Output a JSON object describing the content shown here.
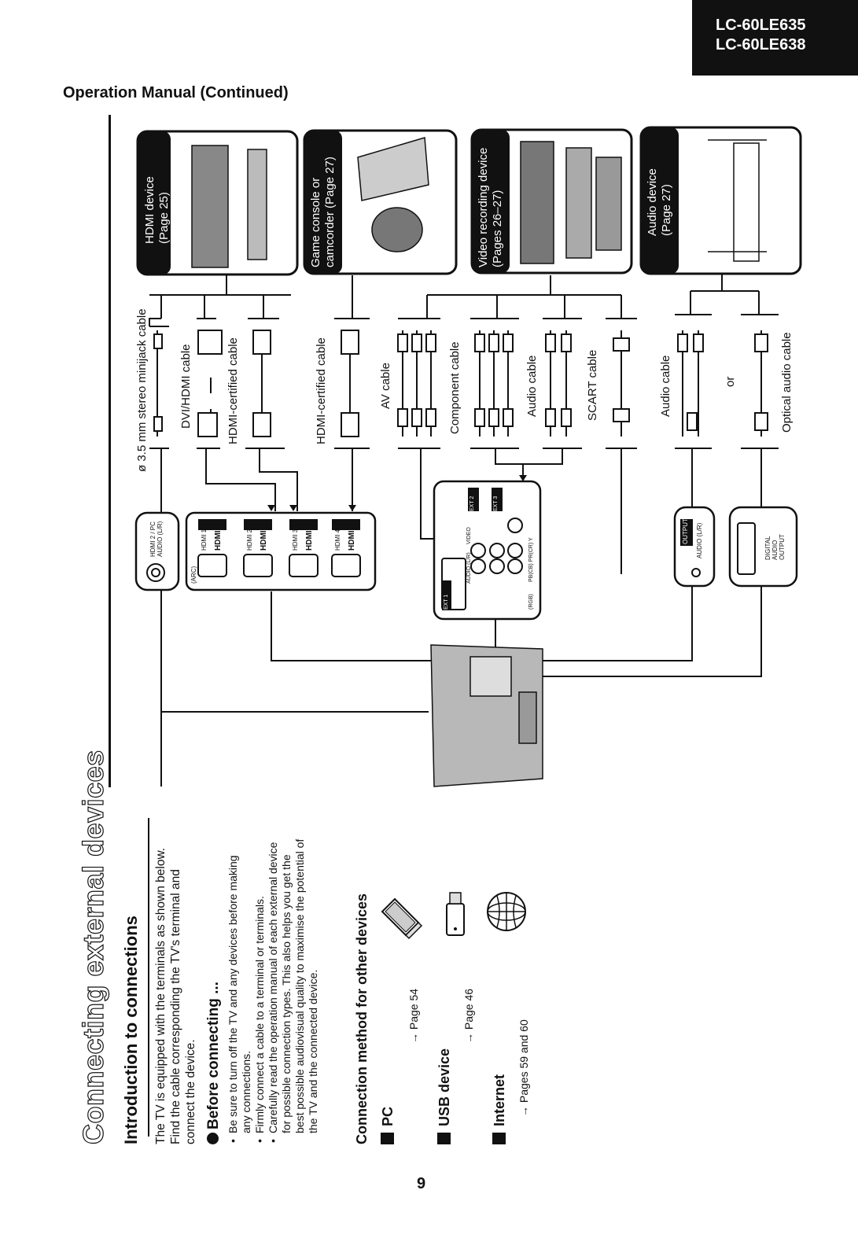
{
  "header": {
    "models": [
      "LC-60LE635",
      "LC-60LE638"
    ],
    "manual_title": "Operation Manual (Continued)"
  },
  "section": {
    "title": "Connecting external devices",
    "subtitle": "Introduction to connections",
    "intro": "The TV is equipped with the terminals as shown below. Find the cable corresponding the TV's terminal and connect the device.",
    "before_title": "Before connecting ...",
    "bullets": [
      "Be sure to turn off the TV and any devices before making any connections.",
      "Firmly connect a cable to a terminal or terminals.",
      "Carefully read the operation manual of each external device for possible connection types. This also helps you get the best possible audiovisual quality to maximise the potential of the TV and the connected device."
    ],
    "connection_title": "Connection method for other devices",
    "devices": [
      {
        "label": "PC",
        "page": "→ Page 54",
        "icon": "laptop-icon"
      },
      {
        "label": "USB device",
        "page": "→ Page 46",
        "icon": "usb-drive-icon"
      },
      {
        "label": "Internet",
        "page": "→ Pages 59 and 60",
        "icon": "globe-icon"
      }
    ]
  },
  "diagram": {
    "devices": [
      {
        "line1": "HDMI device",
        "line2": "(Page 25)"
      },
      {
        "line1": "Game console or",
        "line2": "camcorder (Page 27)"
      },
      {
        "line1": "Video recording device",
        "line2": "(Pages 26–27)"
      },
      {
        "line1": "Audio device",
        "line2": "(Page 27)"
      }
    ],
    "cables": {
      "minijack": "ø 3.5 mm stereo minijack cable",
      "dvi_hdmi": "DVI/HDMI cable",
      "hdmi_cert_1": "HDMI-certified cable",
      "hdmi_cert_2": "HDMI-certified cable",
      "av": "AV cable",
      "component": "Component cable",
      "audio_1": "Audio cable",
      "scart": "SCART cable",
      "audio_2": "Audio cable",
      "or": "or",
      "optical": "Optical audio cable"
    },
    "terminals": {
      "hdmi_audio": "HDMI 2 / PC AUDIO (L/R)",
      "hdmi_ports": [
        "HDMI 1",
        "HDMI 2",
        "HDMI 3",
        "HDMI 4"
      ],
      "hdmi_logo": "HDMI",
      "arc": "(ARC)",
      "ext1": "EXT 1",
      "ext2": "EXT 2",
      "ext3": "EXT 3",
      "rgb": "(RGB)",
      "video": "VIDEO",
      "audio_lr": "AUDIO (L/R)",
      "pb_pr_y": "PB(CB) PR(CR) Y",
      "output": "OUTPUT",
      "output_audio": "AUDIO (L/R)",
      "digital": "DIGITAL AUDIO OUTPUT"
    }
  },
  "footer": {
    "page_number": "9"
  }
}
